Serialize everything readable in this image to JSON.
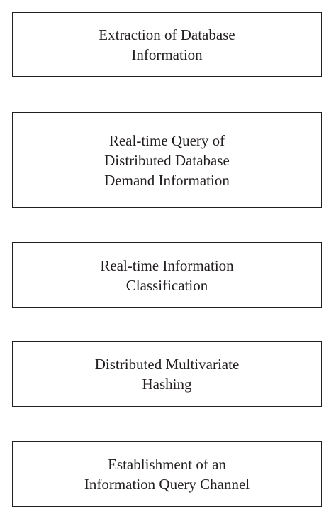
{
  "steps": [
    {
      "lines": [
        "Extraction of Database",
        "Information"
      ]
    },
    {
      "lines": [
        "Real-time Query of",
        "Distributed Database",
        "Demand Information"
      ]
    },
    {
      "lines": [
        "Real-time Information",
        "Classification"
      ]
    },
    {
      "lines": [
        "Distributed Multivariate",
        "Hashing"
      ]
    },
    {
      "lines": [
        "Establishment of an",
        "Information Query Channel"
      ]
    }
  ]
}
